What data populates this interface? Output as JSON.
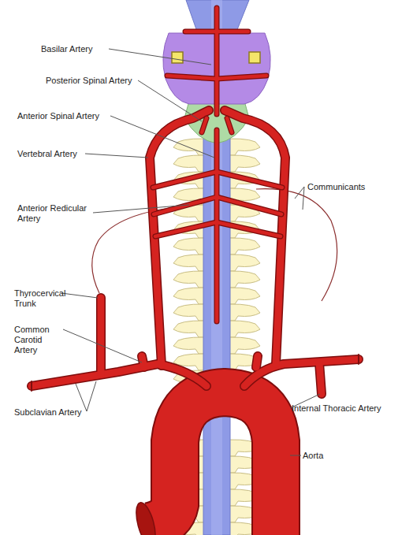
{
  "diagram": {
    "labels": [
      "Basilar Artery",
      "Posterior Spinal Artery",
      "Anterior Spinal Artery",
      "Vertebral Artery",
      "Anterior Redicular Artery",
      "Communicants",
      "Thyrocervical Trunk",
      "Common Carotid Artery",
      "Subclavian Artery",
      "Internal Thoracic Artery",
      "Aorta"
    ]
  }
}
